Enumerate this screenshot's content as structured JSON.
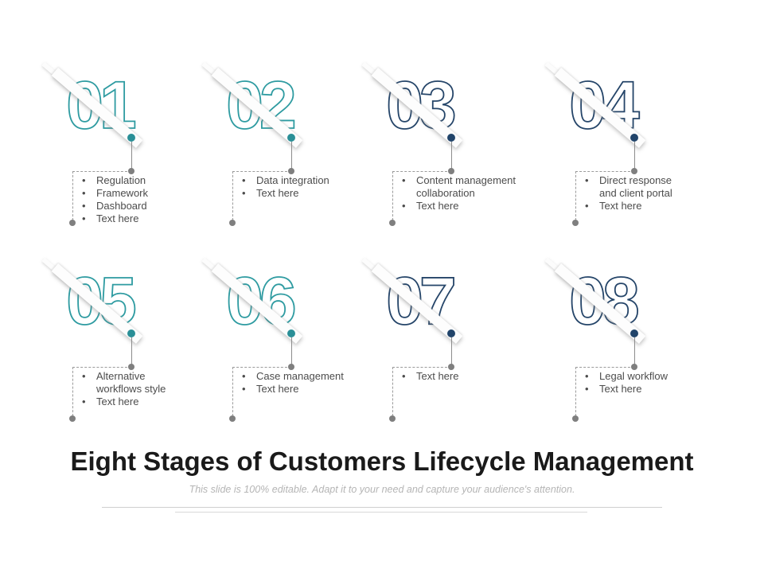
{
  "slide": {
    "title": "Eight Stages of Customers Lifecycle Management",
    "subtitle": "This slide is 100% editable. Adapt it to your need and capture your audience's attention."
  },
  "colors": {
    "teal_outline": "#2E9BA1",
    "teal_dot": "#2A8F97",
    "navy_outline": "#254569",
    "navy_dot": "#21446A",
    "connector_gray": "#7f7f7f",
    "text_gray": "#4c4c4c"
  },
  "stages": [
    {
      "number": "01",
      "theme": "teal",
      "bullets": [
        "Regulation",
        "Framework",
        "Dashboard",
        "Text here"
      ]
    },
    {
      "number": "02",
      "theme": "teal",
      "bullets": [
        "Data integration",
        "Text here"
      ]
    },
    {
      "number": "03",
      "theme": "navy",
      "bullets": [
        "Content management\ncollaboration",
        "Text here"
      ]
    },
    {
      "number": "04",
      "theme": "navy",
      "bullets": [
        "Direct response\nand client portal",
        "Text here"
      ]
    },
    {
      "number": "05",
      "theme": "teal",
      "bullets": [
        "Alternative\nworkflows style",
        "Text here"
      ]
    },
    {
      "number": "06",
      "theme": "teal",
      "bullets": [
        "Case management",
        "Text here"
      ]
    },
    {
      "number": "07",
      "theme": "navy",
      "bullets": [
        "Text here"
      ]
    },
    {
      "number": "08",
      "theme": "navy",
      "bullets": [
        "Legal workflow",
        "Text here"
      ]
    }
  ]
}
